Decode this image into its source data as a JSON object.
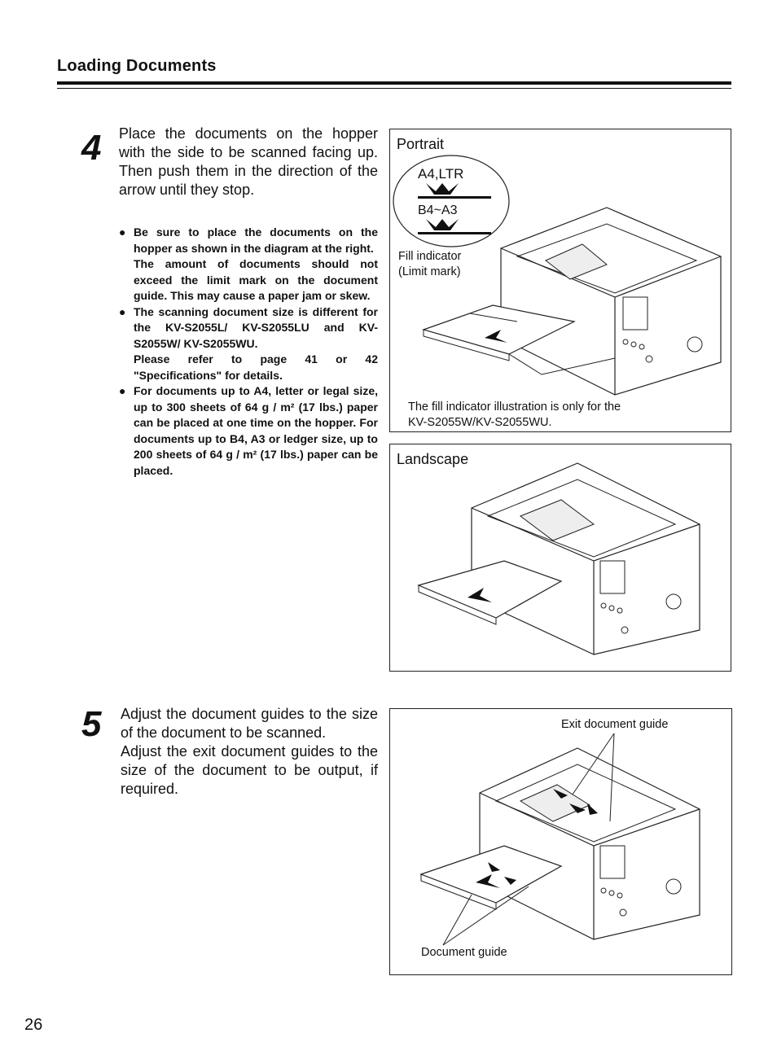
{
  "header": {
    "title": "Loading Documents"
  },
  "step4": {
    "number": "4",
    "text": "Place the documents on the hopper with the side to be scanned facing up. Then push them in the direction of the arrow until they stop.",
    "notes": [
      {
        "bullet": "●",
        "paragraphs": [
          "Be sure to place the documents on the hopper as shown in the diagram at the right.",
          "The amount of documents should not exceed the limit mark on the document guide. This may cause a paper jam or skew."
        ]
      },
      {
        "bullet": "●",
        "paragraphs": [
          "The scanning document size is different for the KV-S2055L/ KV-S2055LU and KV-S2055W/ KV-S2055WU.",
          "Please refer to page 41 or 42 \"Specifications\" for details."
        ]
      },
      {
        "bullet": "●",
        "paragraphs": [
          "For documents up to A4, letter or legal size, up to 300 sheets of 64 g / m² (17 lbs.) paper can be placed at one time on the hopper. For documents up to B4, A3 or ledger size, up to 200 sheets of 64 g / m² (17 lbs.) paper can be placed."
        ]
      }
    ]
  },
  "figure_portrait": {
    "label": "Portrait",
    "limit_top": "A4,LTR",
    "limit_bottom": "B4~A3",
    "fill_indicator_line1": "Fill indicator",
    "fill_indicator_line2": "(Limit mark)",
    "caption_line1": "The fill indicator illustration is only for the",
    "caption_line2": "KV-S2055W/KV-S2055WU."
  },
  "figure_landscape": {
    "label": "Landscape"
  },
  "step5": {
    "number": "5",
    "paragraphs": [
      "Adjust the document guides to the size of the document to be scanned.",
      "Adjust the exit document guides to the size of the document to be output, if required."
    ]
  },
  "figure_guides": {
    "exit_guide_label": "Exit document guide",
    "doc_guide_label": "Document guide"
  },
  "page_number": "26"
}
